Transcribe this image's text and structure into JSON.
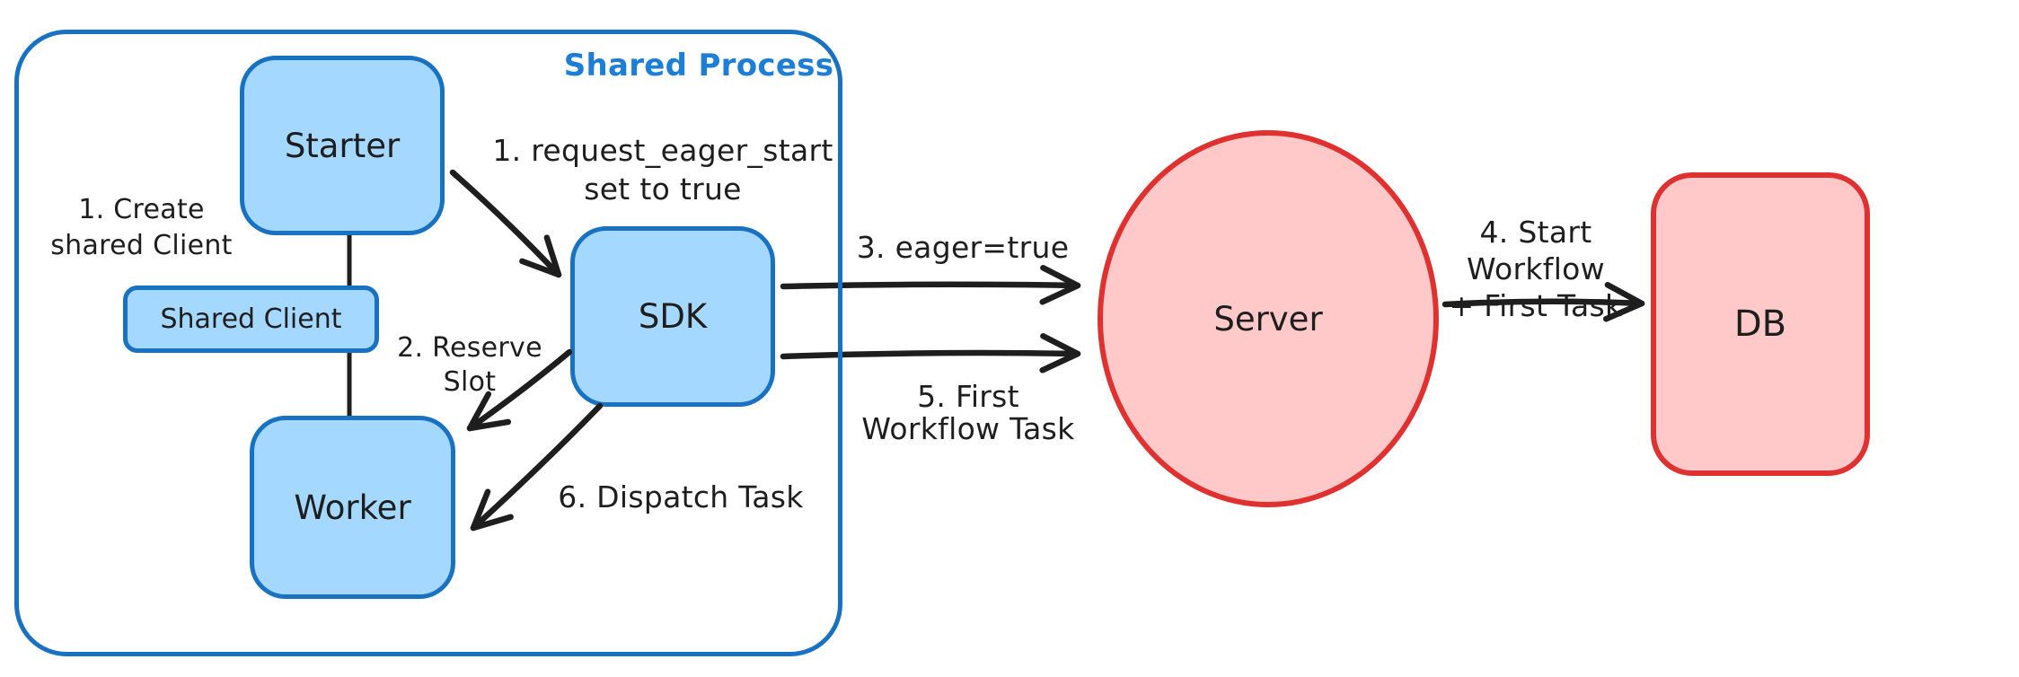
{
  "container": {
    "label": "Shared Process"
  },
  "nodes": {
    "starter": {
      "label": "Starter"
    },
    "shared_client": {
      "label": "Shared Client"
    },
    "worker": {
      "label": "Worker"
    },
    "sdk": {
      "label": "SDK"
    },
    "server": {
      "label": "Server"
    },
    "db": {
      "label": "DB"
    }
  },
  "annotations": {
    "create_shared_client": {
      "line1": "1. Create",
      "line2": "shared Client"
    },
    "request_eager_start": {
      "line1": "1. request_eager_start",
      "line2": "set to true"
    },
    "reserve_slot": {
      "line1": "2. Reserve",
      "line2": "Slot"
    },
    "eager_true": {
      "text": "3. eager=true"
    },
    "start_workflow": {
      "line1": "4. Start Workflow",
      "line2": "+ First Task"
    },
    "first_workflow_task": {
      "line1": "5. First",
      "line2": "Workflow Task"
    },
    "dispatch_task": {
      "text": "6. Dispatch Task"
    }
  },
  "colors": {
    "blue_stroke": "#1971c2",
    "blue_fill": "#a5d8ff",
    "label_blue": "#1c7ed6",
    "red_stroke": "#e03131",
    "red_fill": "#ffc9c9",
    "ink": "#1e1e1e",
    "background": "#ffffff"
  }
}
